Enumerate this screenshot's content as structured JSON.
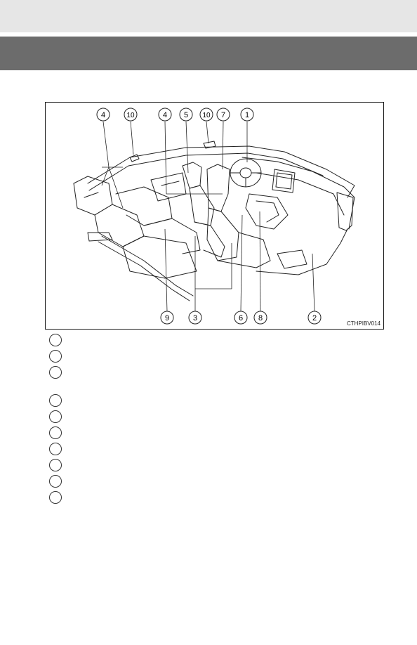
{
  "figure": {
    "code": "CTHPIBV014",
    "callouts_top": [
      "4",
      "10",
      "4",
      "5",
      "10",
      "7",
      "1"
    ],
    "callouts_bottom": [
      "9",
      "3",
      "6",
      "8",
      "2"
    ]
  },
  "legend": [
    {
      "num": "",
      "label": ""
    },
    {
      "num": "",
      "label": ""
    },
    {
      "num": "",
      "label": ""
    },
    {
      "num": "",
      "label": ""
    },
    {
      "num": "",
      "label": ""
    },
    {
      "num": "",
      "label": ""
    },
    {
      "num": "",
      "label": ""
    },
    {
      "num": "",
      "label": ""
    },
    {
      "num": "",
      "label": ""
    },
    {
      "num": "",
      "label": ""
    }
  ]
}
